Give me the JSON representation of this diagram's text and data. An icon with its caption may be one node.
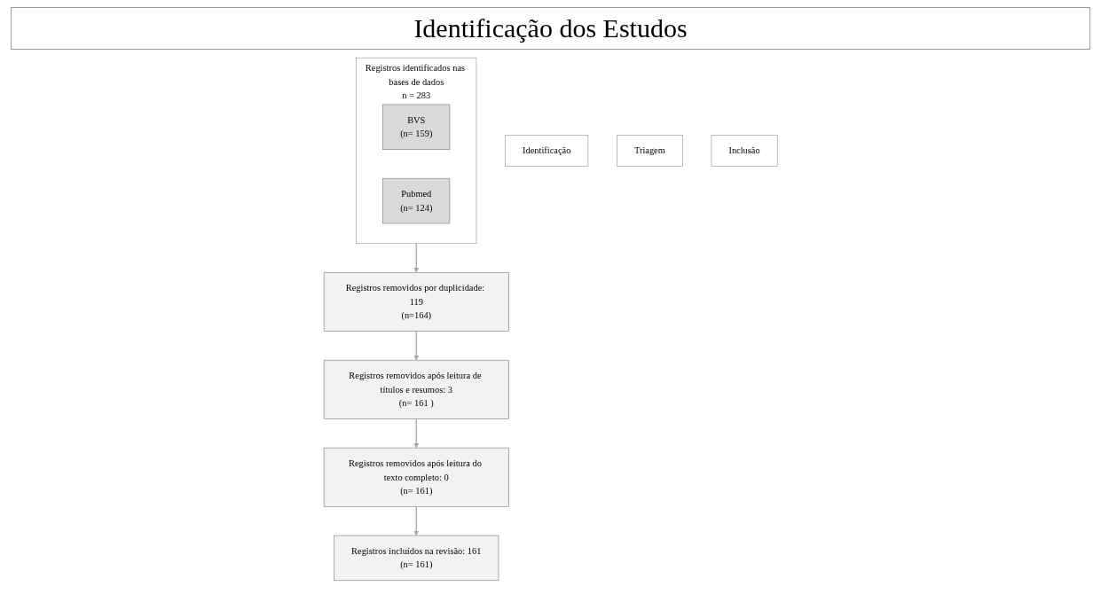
{
  "diagram": {
    "title": "Identificação dos Estudos",
    "nodes": [
      {
        "text": [
          "Identificação"
        ]
      },
      {
        "text": [
          "Registros identificados nas bases de dados",
          "n = 283"
        ]
      },
      {
        "text": [
          "BVS",
          "(n= 159)"
        ],
        "in": 1
      },
      {
        "text": [
          "Pubmed",
          "(n= 124)"
        ],
        "in": 1
      },
      {
        "text": [
          "Triagem"
        ]
      },
      {
        "text": [
          "Registros removidos por duplicidade: 119",
          "(n=164)"
        ]
      },
      {
        "text": [
          "Registros removidos após leitura de títulos e resumos: 3",
          "(n= 161 )"
        ]
      },
      {
        "text": [
          "Registros removidos após leitura do texto completo: 0",
          "(n= 161)"
        ]
      },
      {
        "text": [
          "Inclusão"
        ]
      },
      {
        "text": [
          "Registros incluídos na revisão: 161",
          "(n= 161)"
        ]
      }
    ],
    "edges": [
      {
        "from": 1,
        "to": 5,
        "arrow": "to"
      },
      {
        "from": 5,
        "to": 6,
        "arrow": "to"
      },
      {
        "from": 6,
        "to": 7,
        "arrow": "to"
      },
      {
        "from": 7,
        "to": 9,
        "arrow": "to"
      }
    ]
  }
}
